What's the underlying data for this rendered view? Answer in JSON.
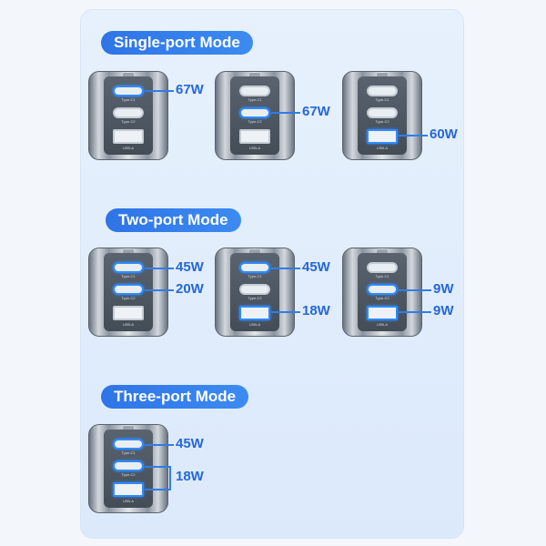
{
  "sections": {
    "single": {
      "title": "Single-port Mode"
    },
    "two": {
      "title": "Two-port Mode"
    },
    "three": {
      "title": "Three-port Mode"
    }
  },
  "ports": {
    "c1": "Type-C1",
    "c2": "Type-C2",
    "a": "USB-A"
  },
  "single": [
    {
      "watt_c1": "67W"
    },
    {
      "watt_c2": "67W"
    },
    {
      "watt_a": "60W"
    }
  ],
  "two": [
    {
      "watt_c1": "45W",
      "watt_c2": "20W"
    },
    {
      "watt_c1": "45W",
      "watt_a": "18W"
    },
    {
      "watt_c2": "9W",
      "watt_a": "9W"
    }
  ],
  "three": {
    "watt_c1": "45W",
    "watt_c2_a": "18W"
  },
  "colors": {
    "accent": "#2f74e6",
    "text_accent": "#2567d8"
  }
}
